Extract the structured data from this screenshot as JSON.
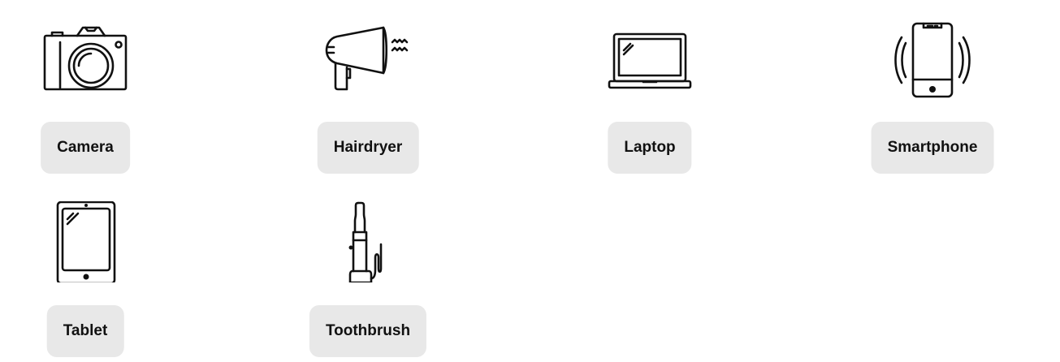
{
  "devices": [
    {
      "name": "Camera",
      "icon": "camera-icon"
    },
    {
      "name": "Hairdryer",
      "icon": "hairdryer-icon"
    },
    {
      "name": "Laptop",
      "icon": "laptop-icon"
    },
    {
      "name": "Smartphone",
      "icon": "smartphone-icon"
    },
    {
      "name": "Tablet",
      "icon": "tablet-icon"
    },
    {
      "name": "Toothbrush",
      "icon": "toothbrush-icon"
    }
  ]
}
